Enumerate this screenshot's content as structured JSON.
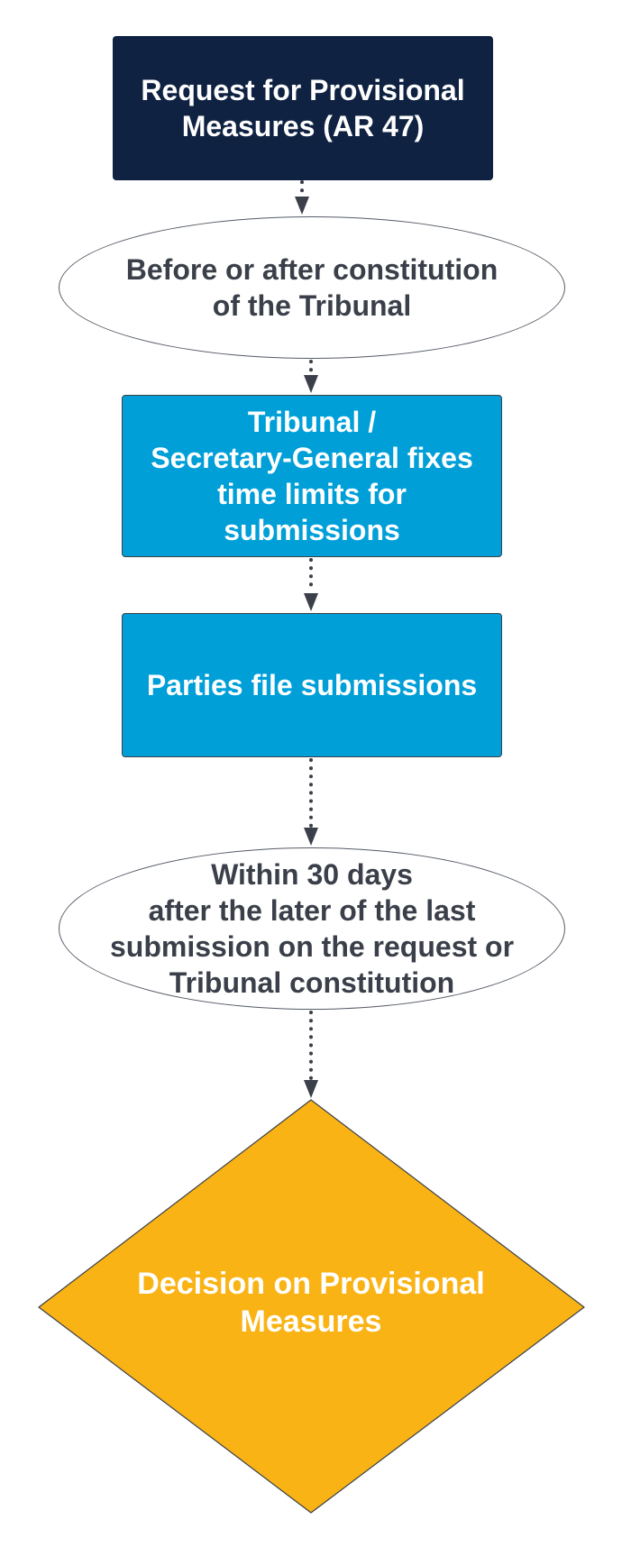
{
  "colors": {
    "dark_navy": "#0f2242",
    "blue": "#009fd8",
    "amber": "#f9b315",
    "connector": "#3a3f49",
    "ellipse_border": "#555b66"
  },
  "nodes": {
    "request": {
      "label": "Request for Provisional\nMeasures (AR 47)"
    },
    "timing": {
      "label": "Before or after constitution\nof the Tribunal"
    },
    "time_limits": {
      "label": "Tribunal /\nSecretary-General fixes\ntime limits for\nsubmissions"
    },
    "file_submissions": {
      "label": "Parties file submissions"
    },
    "deadline": {
      "label": "Within 30 days\nafter the later of the last\nsubmission on the request or\nTribunal constitution"
    },
    "decision": {
      "label": "Decision on Provisional\nMeasures"
    }
  },
  "connectors": [
    {
      "from": "request",
      "to": "timing",
      "style": "dotted"
    },
    {
      "from": "timing",
      "to": "time_limits",
      "style": "dotted"
    },
    {
      "from": "time_limits",
      "to": "file_submissions",
      "style": "dotted"
    },
    {
      "from": "file_submissions",
      "to": "deadline",
      "style": "dotted"
    },
    {
      "from": "deadline",
      "to": "decision",
      "style": "dotted"
    }
  ]
}
